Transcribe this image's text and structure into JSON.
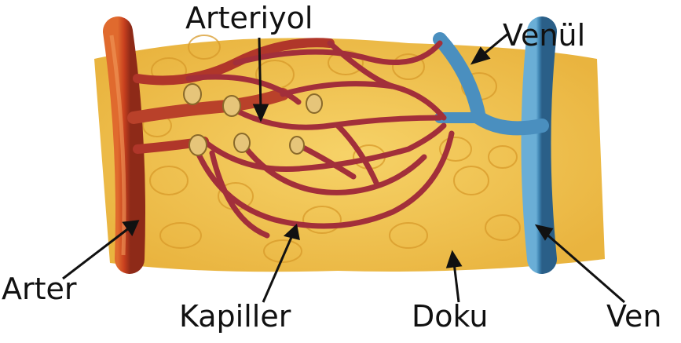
{
  "labels": {
    "arteriyol": "Arteriyol",
    "venul": "Venül",
    "arter": "Arter",
    "kapiller": "Kapiller",
    "doku": "Doku",
    "ven": "Ven"
  },
  "colors": {
    "tissue": "#f2c23f",
    "tissue_cell_outline": "#d89a2a",
    "artery": "#c8401e",
    "arteriole": "#b0362a",
    "capillary": "#a22f3a",
    "vein": "#3f86b4",
    "venule": "#4a8fbf",
    "sphincter": "#e6c57a",
    "text": "#111111"
  },
  "icons": [
    "capillary-bed-illustration",
    "pointer-arrow"
  ]
}
